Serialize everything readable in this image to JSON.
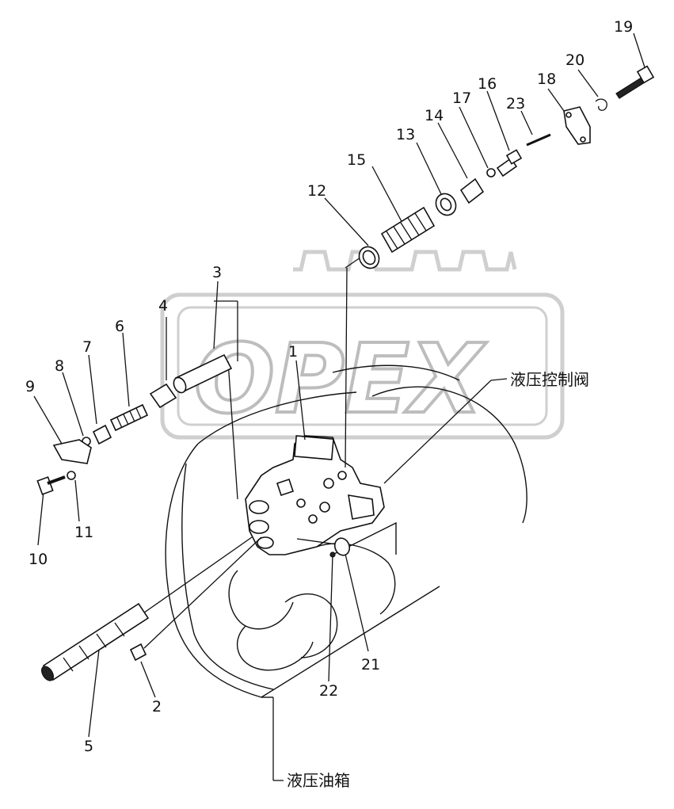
{
  "watermark": {
    "text": "OPEX"
  },
  "labels": {
    "control_valve": "液压控制阀",
    "oil_tank": "液压油箱"
  },
  "parts": [
    {
      "id": "1",
      "label": "1"
    },
    {
      "id": "2",
      "label": "2"
    },
    {
      "id": "3",
      "label": "3"
    },
    {
      "id": "4",
      "label": "4"
    },
    {
      "id": "5",
      "label": "5"
    },
    {
      "id": "6",
      "label": "6"
    },
    {
      "id": "7",
      "label": "7"
    },
    {
      "id": "8",
      "label": "8"
    },
    {
      "id": "9",
      "label": "9"
    },
    {
      "id": "10",
      "label": "10"
    },
    {
      "id": "11",
      "label": "11"
    },
    {
      "id": "12",
      "label": "12"
    },
    {
      "id": "13",
      "label": "13"
    },
    {
      "id": "14",
      "label": "14"
    },
    {
      "id": "15",
      "label": "15"
    },
    {
      "id": "16",
      "label": "16"
    },
    {
      "id": "17",
      "label": "17"
    },
    {
      "id": "18",
      "label": "18"
    },
    {
      "id": "19",
      "label": "19"
    },
    {
      "id": "20",
      "label": "20"
    },
    {
      "id": "21",
      "label": "21"
    },
    {
      "id": "22",
      "label": "22"
    },
    {
      "id": "23",
      "label": "23"
    }
  ]
}
